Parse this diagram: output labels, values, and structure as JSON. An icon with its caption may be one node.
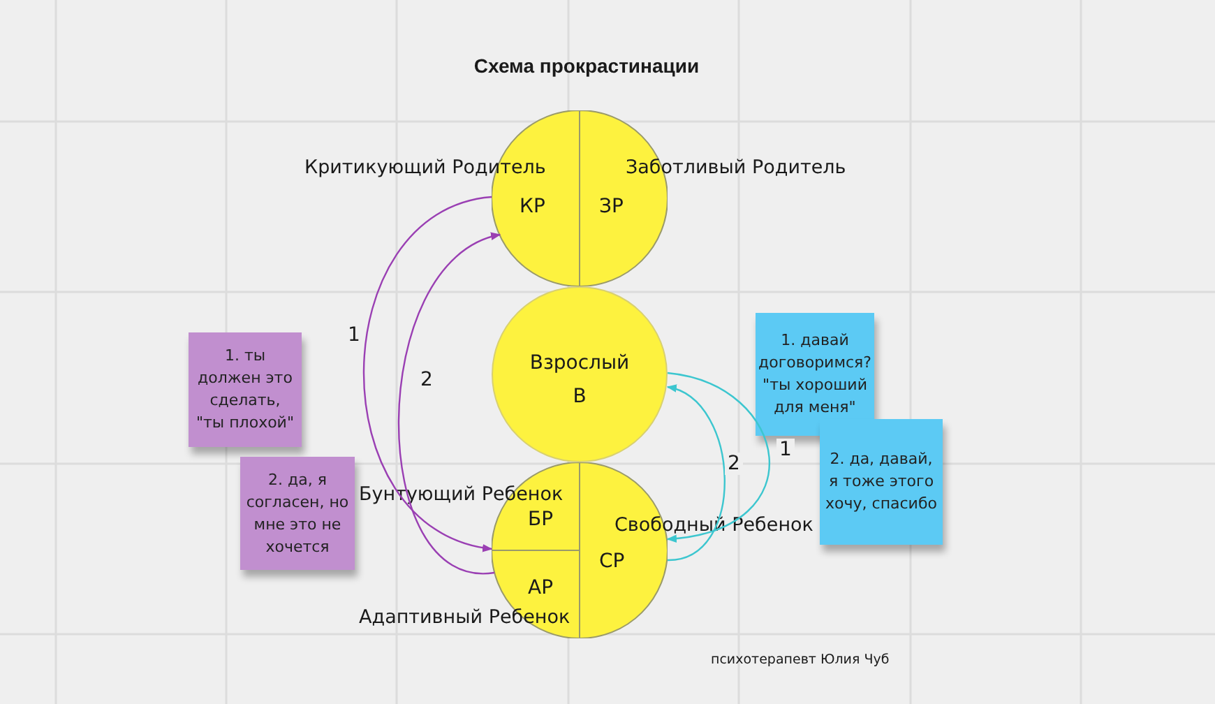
{
  "diagram": {
    "title": "Схема прокрастинации",
    "nodes": [
      {
        "text": [
          "КР"
        ],
        "beside": [
          "Критикующий Родитель"
        ]
      },
      {
        "text": [
          "ЗР"
        ],
        "beside": [
          "Заботливый Родитель"
        ]
      },
      {
        "text": [
          "Взрослый",
          "В"
        ]
      },
      {
        "text": [
          "БР"
        ],
        "beside": [
          "Бунтующий Ребенок"
        ]
      },
      {
        "text": [
          "АР"
        ],
        "beside": [
          "Адаптивный Ребенок"
        ]
      },
      {
        "text": [
          "СР"
        ],
        "beside": [
          "Свободный Ребенок"
        ]
      },
      {
        "text": [
          "1. ты должен это сделать, \"ты плохой\""
        ]
      },
      {
        "text": [
          "2. да, я согласен, но мне это не хочется"
        ]
      },
      {
        "text": [
          "1. давай договоримся? \"ты хороший для меня\""
        ]
      },
      {
        "text": [
          "2. да, давай, я тоже этого хочу, спасибо"
        ]
      }
    ],
    "edges": [
      {
        "from": 0,
        "to": 3,
        "arrow": "to",
        "label": "1"
      },
      {
        "from": 4,
        "to": 0,
        "arrow": "to",
        "label": "2"
      },
      {
        "from": 2,
        "to": 5,
        "arrow": "to",
        "label": "1",
        "color": "#3cc6cf"
      },
      {
        "from": 5,
        "to": 2,
        "arrow": "to",
        "label": "2",
        "color": "#3cc6cf"
      }
    ],
    "labels": [
      "психотерапевт Юлия Чуб"
    ]
  }
}
